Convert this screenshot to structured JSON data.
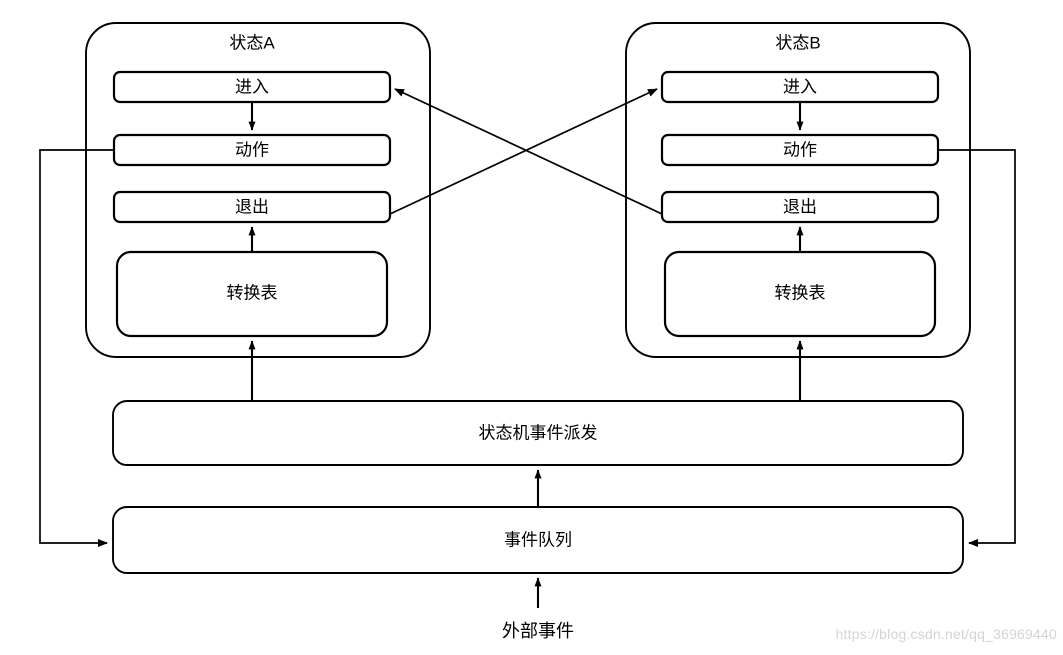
{
  "diagram": {
    "title_text": "",
    "states": [
      {
        "id": "state-a",
        "name": "状态A",
        "blocks": [
          {
            "id": "enter",
            "label": "进入"
          },
          {
            "id": "action",
            "label": "动作"
          },
          {
            "id": "exit",
            "label": "退出"
          },
          {
            "id": "transition-table",
            "label": "转换表"
          }
        ]
      },
      {
        "id": "state-b",
        "name": "状态B",
        "blocks": [
          {
            "id": "enter",
            "label": "进入"
          },
          {
            "id": "action",
            "label": "动作"
          },
          {
            "id": "exit",
            "label": "退出"
          },
          {
            "id": "transition-table",
            "label": "转换表"
          }
        ]
      }
    ],
    "dispatcher": {
      "label": "状态机事件派发"
    },
    "event_queue": {
      "label": "事件队列"
    },
    "external_event": {
      "label": "外部事件"
    },
    "watermark": {
      "text": "https://blog.csdn.net/qq_36969440"
    },
    "colors": {
      "stroke": "#000000",
      "fill": "#ffffff",
      "watermark": "#d4d4d4"
    }
  }
}
